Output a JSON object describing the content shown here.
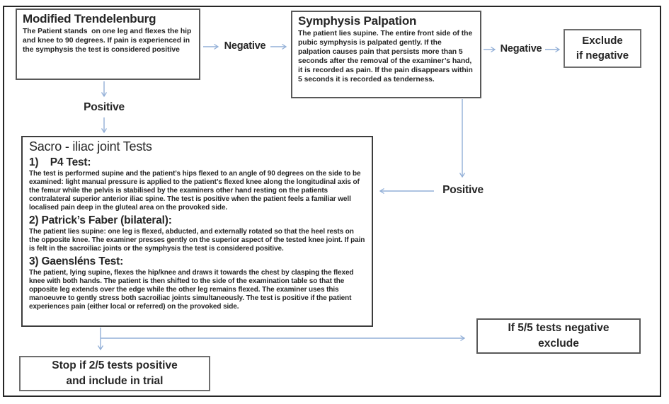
{
  "colors": {
    "arrow": "#92afd7",
    "box_border": "#595959",
    "outer_border": "#262626",
    "text": "#262626"
  },
  "boxes": {
    "modified_trendelenburg": {
      "title": "Modified Trendelenburg",
      "body": "The Patient stands  on one leg and flexes the hip and knee to 90 degrees. If pain is experienced in the symphysis the test is considered positive"
    },
    "symphysis_palpation": {
      "title": "Symphysis Palpation",
      "body": "The patient lies supine. The entire front side of the pubic symphysis is palpated gently. If the palpation causes pain that persists more than 5 seconds after the removal of the examiner’s hand, it is recorded as pain. If the pain disappears within 5 seconds it is recorded as tenderness."
    },
    "exclude_if_negative": {
      "line1": "Exclude",
      "line2": "if negative"
    },
    "sacroiliac_tests": {
      "title": "Sacro - iliac joint Tests",
      "items": [
        {
          "heading": "1)    P4 Test:",
          "body": "The test is performed supine and the patient’s hips flexed to an angle of 90 degrees on the side to be examined: light manual pressure is applied to the patient’s flexed knee along the longitudinal axis of the femur while the pelvis is stabilised by the examiners other hand resting on the patients contralateral superior anterior iliac spine. The test is positive when the patient feels a familiar well localised pain deep in the gluteal area on the provoked side."
        },
        {
          "heading": "2) Patrick’s Faber (bilateral):",
          "body": "The patient lies supine: one leg is flexed, abducted, and externally rotated so that the heel rests on the opposite knee. The examiner presses gently on the superior aspect of the tested knee joint. If pain is felt in the sacroiliac joints or the symphysis the test is considered positive."
        },
        {
          "heading": "3) Gaensléns Test:",
          "body": "The patient, lying supine, flexes the hip/knee and draws it towards the chest by clasping the flexed knee with both hands. The patient is then shifted to the side of the examination table so that the opposite leg extends over the edge while the other leg remains flexed. The examiner uses this manoeuvre to gently stress both sacroiliac joints simultaneously. The test is positive if the patient experiences pain (either local or referred) on the provoked side."
        }
      ]
    },
    "stop_include": {
      "line1": "Stop if  2/5 tests positive",
      "line2": "and include in trial"
    },
    "exclude_5of5": {
      "line1": "If 5/5 tests negative",
      "line2": "exclude"
    }
  },
  "labels": {
    "trendelenburg_negative": "Negative",
    "palpation_negative": "Negative",
    "trendelenburg_positive": "Positive",
    "palpation_positive": "Positive"
  }
}
